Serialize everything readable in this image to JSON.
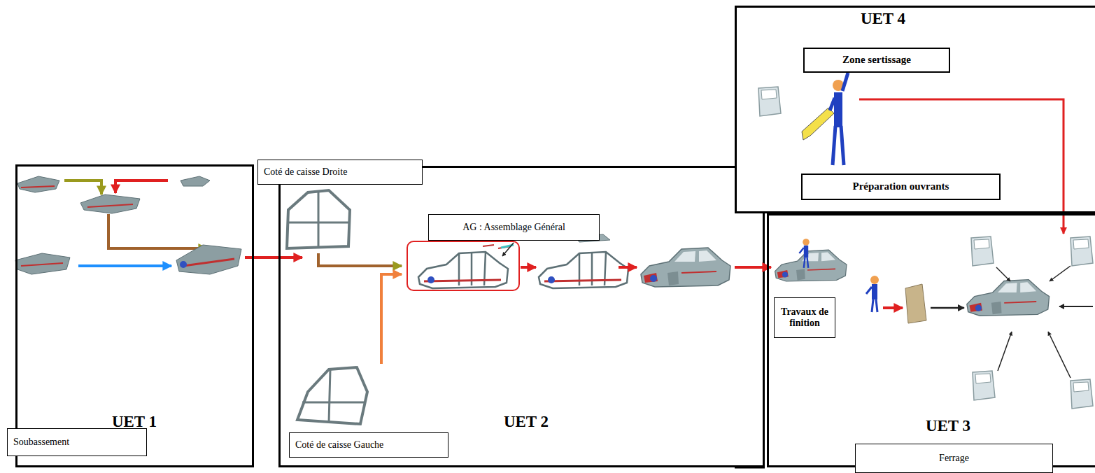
{
  "diagram": {
    "nodes": [
      {
        "text": [
          "UET 1"
        ]
      },
      {
        "text": [
          "Soubassement"
        ],
        "in": 0
      },
      {
        "text": [
          "UET 2"
        ]
      },
      {
        "text": [
          "Coté de caisse Droite"
        ],
        "in": 2
      },
      {
        "text": [
          "AG : Assemblage Général"
        ],
        "in": 2
      },
      {
        "text": [
          "Coté de caisse Gauche"
        ],
        "in": 2
      },
      {
        "text": [
          "UET 3"
        ]
      },
      {
        "text": [
          "Travaux de finition"
        ],
        "in": 6
      },
      {
        "text": [
          "Ferrage"
        ],
        "in": 6
      },
      {
        "text": [
          "UET 4"
        ]
      },
      {
        "text": [
          "Zone sertissage"
        ],
        "in": 9
      },
      {
        "text": [
          "Préparation ouvrants"
        ],
        "in": 9
      }
    ]
  }
}
